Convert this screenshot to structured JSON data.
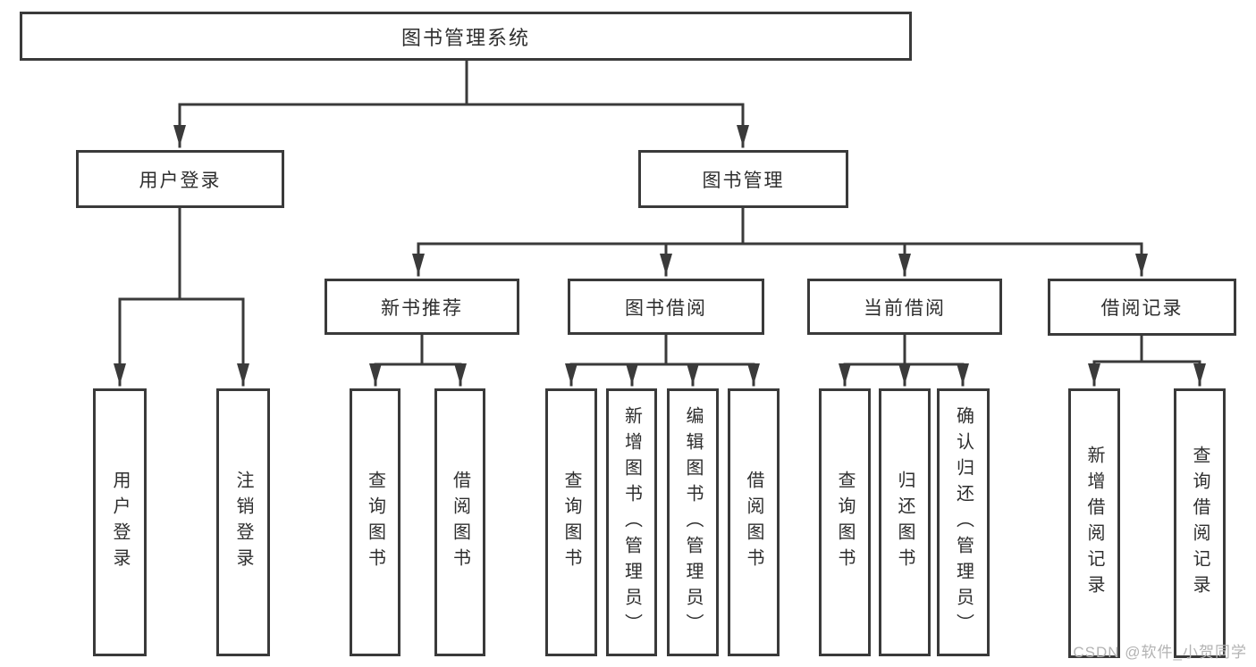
{
  "diagram": {
    "type": "hierarchy-functional-structure",
    "colors": {
      "line": "#3a3a3a",
      "node_border": "#3a3a3a",
      "node_fill": "#ffffff",
      "text": "#2e2e2e",
      "watermark": "#b3b3b3",
      "background": "#ffffff"
    },
    "tree": {
      "root": {
        "label": "图书管理系统",
        "children": [
          {
            "label": "用户登录",
            "children": [
              {
                "label": "用户登录"
              },
              {
                "label": "注销登录"
              }
            ]
          },
          {
            "label": "图书管理",
            "children": [
              {
                "label": "新书推荐",
                "children": [
                  {
                    "label": "查询图书"
                  },
                  {
                    "label": "借阅图书"
                  }
                ]
              },
              {
                "label": "图书借阅",
                "children": [
                  {
                    "label": "查询图书"
                  },
                  {
                    "label": "新增图书（管理员）"
                  },
                  {
                    "label": "编辑图书（管理员）"
                  },
                  {
                    "label": "借阅图书"
                  }
                ]
              },
              {
                "label": "当前借阅",
                "children": [
                  {
                    "label": "查询图书"
                  },
                  {
                    "label": "归还图书"
                  },
                  {
                    "label": "确认归还（管理员）"
                  }
                ]
              },
              {
                "label": "借阅记录",
                "children": [
                  {
                    "label": "新增借阅记录"
                  },
                  {
                    "label": "查询借阅记录"
                  }
                ]
              }
            ]
          }
        ]
      }
    },
    "watermark": {
      "text": "CSDN @软件_小贺同学"
    }
  }
}
